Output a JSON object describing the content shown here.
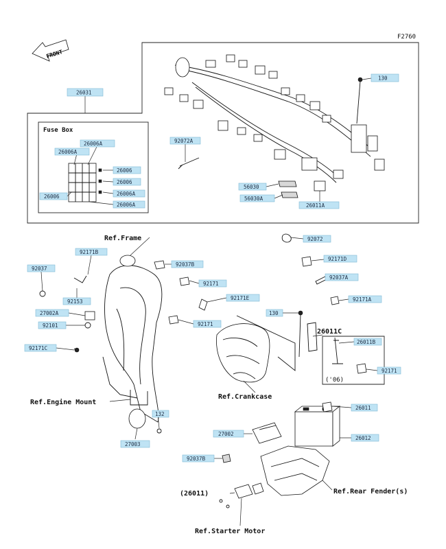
{
  "figure_code": "F2760",
  "front_label": "FRONT",
  "fuse_box_label": "Fuse Box",
  "refs": {
    "frame": "Ref.Frame",
    "engine_mount": "Ref.Engine Mount",
    "crankcase": "Ref.Crankcase",
    "rear_fender": "Ref.Rear Fender(s)",
    "starter_motor": "Ref.Starter Motor"
  },
  "model_note": "('06)",
  "callouts": {
    "c26011_bold": "26011C",
    "c26011_paren": "(26011)"
  },
  "parts": [
    {
      "id": "26031"
    },
    {
      "id": "130"
    },
    {
      "id": "26006A"
    },
    {
      "id": "26006A"
    },
    {
      "id": "26006"
    },
    {
      "id": "26006"
    },
    {
      "id": "26006"
    },
    {
      "id": "26006A"
    },
    {
      "id": "26006A"
    },
    {
      "id": "92072A"
    },
    {
      "id": "56030"
    },
    {
      "id": "56030A"
    },
    {
      "id": "26011A"
    },
    {
      "id": "92171B"
    },
    {
      "id": "92037"
    },
    {
      "id": "92037B"
    },
    {
      "id": "92171"
    },
    {
      "id": "92153"
    },
    {
      "id": "92171E"
    },
    {
      "id": "27002A"
    },
    {
      "id": "92101"
    },
    {
      "id": "92171"
    },
    {
      "id": "92171C"
    },
    {
      "id": "92072"
    },
    {
      "id": "92171D"
    },
    {
      "id": "92037A"
    },
    {
      "id": "92171A"
    },
    {
      "id": "130"
    },
    {
      "id": "26011B"
    },
    {
      "id": "92171"
    },
    {
      "id": "26011"
    },
    {
      "id": "27002"
    },
    {
      "id": "26012"
    },
    {
      "id": "132"
    },
    {
      "id": "27003"
    },
    {
      "id": "92037B"
    }
  ]
}
